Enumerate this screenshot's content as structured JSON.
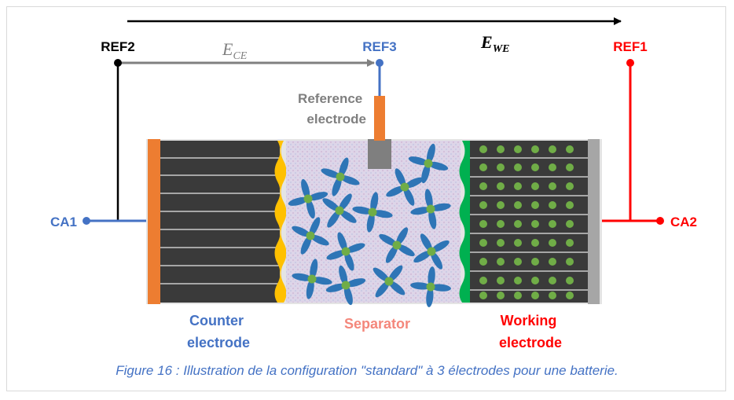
{
  "labels": {
    "ref1": "REF1",
    "ref2": "REF2",
    "ref3": "REF3",
    "ca1": "CA1",
    "ca2": "CA2",
    "e_ce_base": "E",
    "e_ce_sub": "CE",
    "e_we_base": "E",
    "e_we_sub": "WE",
    "reference_line1": "Reference",
    "reference_line2": "electrode",
    "counter_line1": "Counter",
    "counter_line2": "electrode",
    "separator": "Separator",
    "working_line1": "Working",
    "working_line2": "electrode"
  },
  "caption": "Figure 16 : Illustration de la configuration \"standard\" à 3 électrodes pour une batterie.",
  "colors": {
    "blue": "#4472c4",
    "red": "#ff0000",
    "black": "#000000",
    "gray": "#808080",
    "orange": "#ed7d31",
    "yellow": "#ffc000",
    "green": "#00b050",
    "particle": "#70ad47",
    "dark": "#3a3a3a",
    "separator_bg": "#ddd5e8",
    "salmon": "#f4877b",
    "propeller": "#2e75b6"
  }
}
